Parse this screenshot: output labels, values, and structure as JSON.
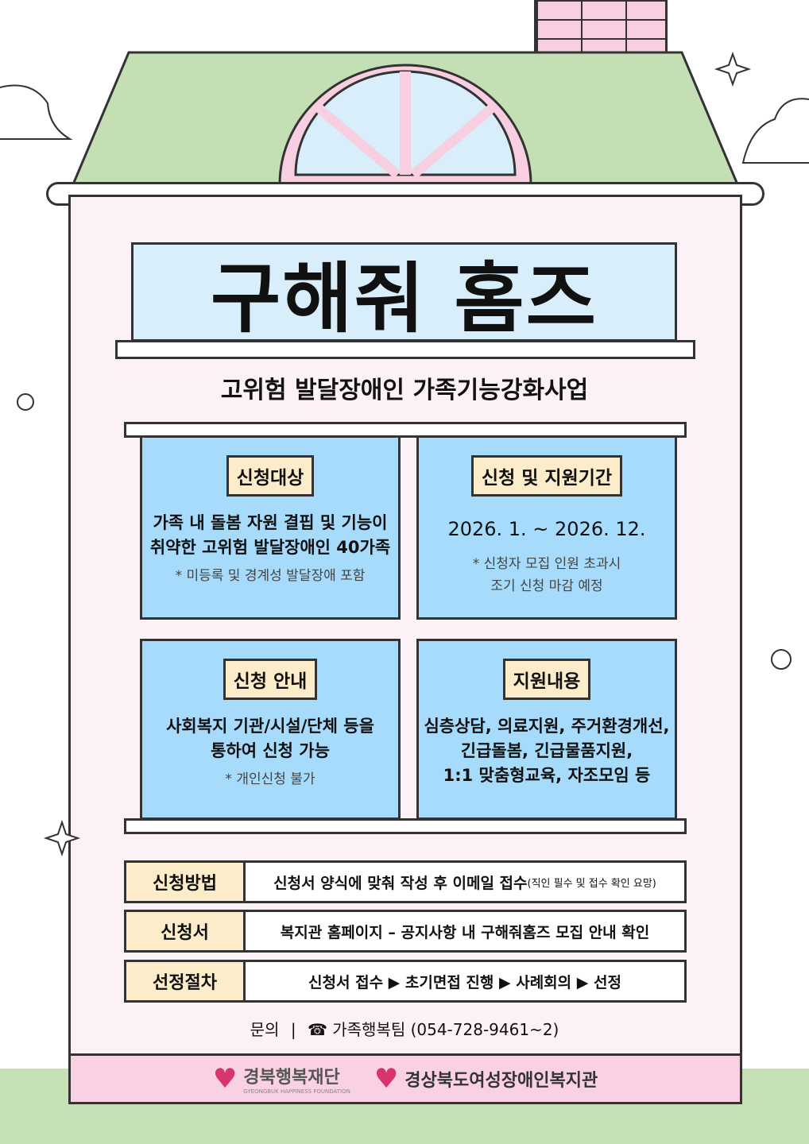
{
  "title": "구해줘 홈즈",
  "subtitle": "고위험 발달장애인 가족기능강화사업",
  "cards": [
    {
      "label": "신청대상",
      "body": [
        "가족 내 돌봄 자원 결핍 및 기능이",
        "취약한 고위험 발달장애인 40가족"
      ],
      "note": [
        "* 미등록 및 경계성 발달장애 포함"
      ]
    },
    {
      "label": "신청 및 지원기간",
      "body": [
        "2026. 1. ~ 2026. 12."
      ],
      "note": [
        "* 신청자 모집 인원 초과시",
        "조기 신청 마감 예정"
      ]
    },
    {
      "label": "신청 안내",
      "body": [
        "사회복지 기관/시설/단체 등을",
        "통하여 신청 가능"
      ],
      "note": [
        "* 개인신청 불가"
      ]
    },
    {
      "label": "지원내용",
      "body": [
        "심층상담, 의료지원, 주거환경개선,",
        "긴급돌봄, 긴급물품지원,",
        "1:1 맞춤형교육, 자조모임 등"
      ],
      "note": []
    }
  ],
  "rows": [
    {
      "header": "신청방법",
      "value": "신청서 양식에 맞춰 작성 후 이메일 접수",
      "value_small": "(직인 필수 및 접수 확인 요망)"
    },
    {
      "header": "신청서",
      "value": "복지관 홈페이지 – 공지사항 내 구해줘홈즈 모집 안내 확인"
    },
    {
      "header": "선정절차",
      "value": "신청서 접수 ▶ 초기면접 진행 ▶ 사례회의 ▶ 선정"
    }
  ],
  "contact": {
    "label": "문의",
    "separator": "|",
    "phone_icon": "☎",
    "team": "가족행복팀 (054-728-9461~2)"
  },
  "footer": {
    "logo1": "경북행복재단",
    "logo1_sub": "GYEONGBUK HAPPINESS FOUNDATION",
    "logo2": "경상북도여성장애인복지관"
  },
  "colors": {
    "roof": "#c3dfb3",
    "house": "#fcf1f6",
    "window": "#a6dbfc",
    "label": "#fcecc9",
    "footer": "#f9d1e3"
  }
}
